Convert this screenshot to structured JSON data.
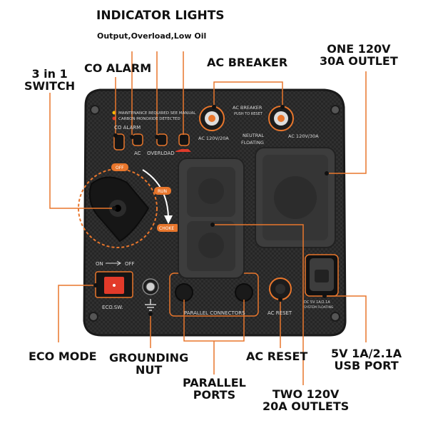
{
  "callouts": {
    "indicator_title": "INDICATOR LIGHTS",
    "indicator_sub": "Output,Overload,Low Oil",
    "co_alarm": "CO ALARM",
    "ac_breaker": "AC BREAKER",
    "outlet_30a_line1": "ONE 120V",
    "outlet_30a_line2": "30A OUTLET",
    "switch_line1": "3 in 1",
    "switch_line2": "SWITCH",
    "eco_mode": "ECO MODE",
    "grounding_line1": "GROUNDING",
    "grounding_line2": "NUT",
    "parallel_line1": "PARALLEL",
    "parallel_line2": "PORTS",
    "ac_reset": "AC RESET",
    "outlets_20a_line1": "TWO 120V",
    "outlets_20a_line2": "20A OUTLETS",
    "usb_line1": "5V 1A/2.1A",
    "usb_line2": "USB PORT"
  },
  "panel": {
    "maintenance": "MAINTENANCE REQUIRED SEE MANUAL",
    "carbon": "CARBON MONOXIDE DETECTED",
    "co_alarm": "CO ALARM",
    "ac": "AC",
    "overload": "OVERLOAD",
    "ac_breaker": "AC BREAKER",
    "push_to_reset": "PUSH TO RESET",
    "ac_120_20": "AC 120V/20A",
    "ac_120_30": "AC 120V/30A",
    "neutral": "NEUTRAL",
    "floating": "FLOATING",
    "off": "OFF",
    "run": "RUN",
    "choke": "CHOKE",
    "on": "ON",
    "eco_off": "OFF",
    "eco_sw": "ECO.SW.",
    "parallel_connectors": "PARALLEL CONNECTORS",
    "ac_reset": "AC RESET",
    "dc_label": "DC 5V 1A/2.1A",
    "system_floating": "SYSTEM FLOATING"
  },
  "colors": {
    "accent": "#e8762c",
    "panel": "#2a2a2a",
    "outlet": "#3c3c3c"
  }
}
